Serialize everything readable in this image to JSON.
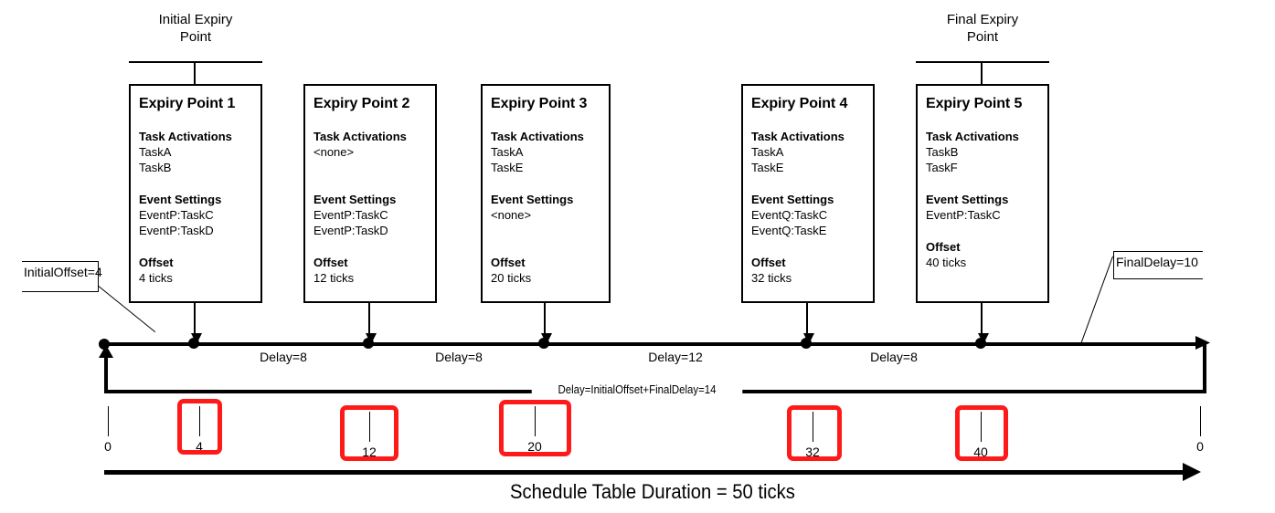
{
  "diagram": {
    "title_caption": "Schedule Table Duration = 50 ticks",
    "accent_highlight_color": "#FF1A1A",
    "line_color": "#000000",
    "background_color": "#FFFFFF"
  },
  "top_brackets": [
    {
      "name": "initial-expiry-point",
      "label": "Initial Expiry\nPoint"
    },
    {
      "name": "final-expiry-point",
      "label": "Final Expiry\nPoint"
    }
  ],
  "expiry_points": [
    {
      "title": "Expiry Point 1",
      "task_activations_head": "Task Activations",
      "task_activations": [
        "TaskA",
        "TaskB"
      ],
      "event_settings_head": "Event Settings",
      "event_settings": [
        "EventP:TaskC",
        "EventP:TaskD"
      ],
      "offset_head": "Offset",
      "offset": "4 ticks"
    },
    {
      "title": "Expiry Point 2",
      "task_activations_head": "Task Activations",
      "task_activations": [
        "<none>"
      ],
      "event_settings_head": "Event Settings",
      "event_settings": [
        "EventP:TaskC",
        "EventP:TaskD"
      ],
      "offset_head": "Offset",
      "offset": "12 ticks"
    },
    {
      "title": "Expiry Point 3",
      "task_activations_head": "Task Activations",
      "task_activations": [
        "TaskA",
        "TaskE"
      ],
      "event_settings_head": "Event Settings",
      "event_settings": [
        "<none>"
      ],
      "offset_head": "Offset",
      "offset": "20 ticks"
    },
    {
      "title": "Expiry Point 4",
      "task_activations_head": "Task Activations",
      "task_activations": [
        "TaskA",
        "TaskE"
      ],
      "event_settings_head": "Event Settings",
      "event_settings": [
        "EventQ:TaskC",
        "EventQ:TaskE"
      ],
      "offset_head": "Offset",
      "offset": "32 ticks"
    },
    {
      "title": "Expiry Point 5",
      "task_activations_head": "Task Activations",
      "task_activations": [
        "TaskB",
        "TaskF"
      ],
      "event_settings_head": "Event Settings",
      "event_settings": [
        "EventP:TaskC"
      ],
      "offset_head": "Offset",
      "offset": "40 ticks"
    }
  ],
  "callouts": {
    "initial_offset": "InitialOffset=4",
    "final_delay": "FinalDelay=10"
  },
  "delays": [
    {
      "label": "Delay=8"
    },
    {
      "label": "Delay=8"
    },
    {
      "label": "Delay=12"
    },
    {
      "label": "Delay=8"
    }
  ],
  "loop_delay": "Delay=InitialOffset+FinalDelay=14",
  "ticks": [
    {
      "value": "0",
      "highlighted": false
    },
    {
      "value": "4",
      "highlighted": true
    },
    {
      "value": "12",
      "highlighted": true
    },
    {
      "value": "20",
      "highlighted": true
    },
    {
      "value": "32",
      "highlighted": true
    },
    {
      "value": "40",
      "highlighted": true
    },
    {
      "value": "0",
      "highlighted": false
    }
  ]
}
